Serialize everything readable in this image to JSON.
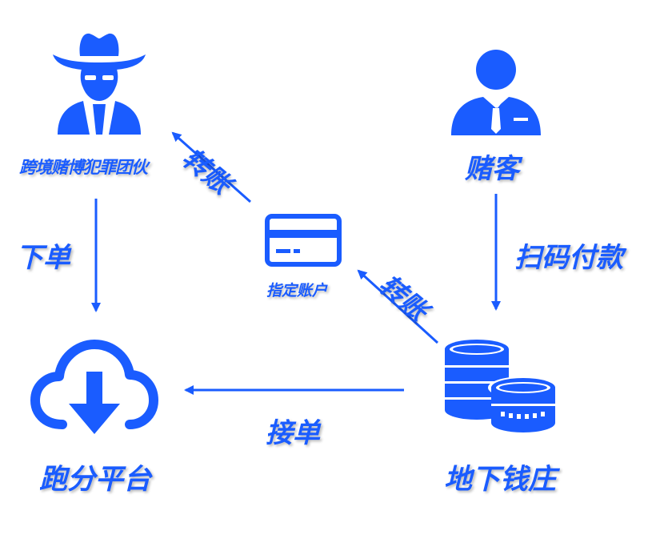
{
  "theme": {
    "accent": "#1a5cff"
  },
  "nodes": {
    "gang": {
      "label": "跨境赌博犯罪团伙",
      "icon": "cowboy-person-icon"
    },
    "gambler": {
      "label": "赌客",
      "icon": "businessman-icon"
    },
    "account": {
      "label": "指定账户",
      "icon": "bank-card-icon"
    },
    "platform": {
      "label": "跑分平台",
      "icon": "cloud-download-icon"
    },
    "bank": {
      "label": "地下钱庄",
      "icon": "coin-stacks-icon"
    }
  },
  "edges": {
    "order": {
      "label": "下单"
    },
    "scan_pay": {
      "label": "扫码付款"
    },
    "accept": {
      "label": "接单"
    },
    "transfer_1": {
      "label": "转账"
    },
    "transfer_2": {
      "label": "转账"
    }
  }
}
